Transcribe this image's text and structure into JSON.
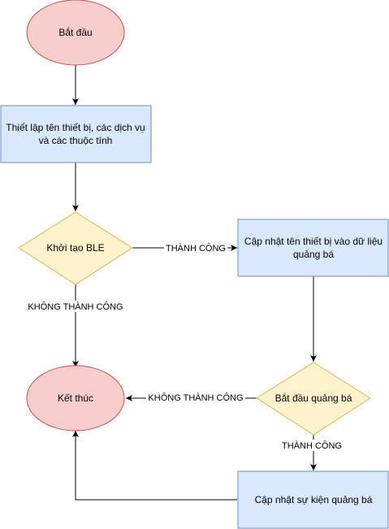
{
  "diagram": {
    "nodes": {
      "start": {
        "label": "Bắt đầu",
        "fill": "#f8cecc",
        "stroke": "#b85450"
      },
      "setup": {
        "line1": "Thiết lập tên thiết bị, các dịch vụ",
        "line2": "và các thuộc tính",
        "fill": "#dae8fc",
        "stroke": "#6c8ebf"
      },
      "init_ble": {
        "label": "Khởi tạo BLE",
        "fill": "#fff2cc",
        "stroke": "#d6b656"
      },
      "update_name": {
        "line1": "Cập nhật tên thiết bị vào dữ liệu",
        "line2": "quảng bá",
        "fill": "#dae8fc",
        "stroke": "#6c8ebf"
      },
      "start_adv": {
        "label": "Bắt đầu quảng bá",
        "fill": "#fff2cc",
        "stroke": "#d6b656"
      },
      "end": {
        "label": "Kết thúc",
        "fill": "#f8cecc",
        "stroke": "#b85450"
      },
      "update_event": {
        "label": "Cập nhật sự kiện quảng bá",
        "fill": "#dae8fc",
        "stroke": "#6c8ebf"
      }
    },
    "edges": {
      "init_success": "THÀNH CÔNG",
      "init_fail": "KHÔNG THÀNH CÔNG",
      "adv_fail": "KHÔNG THÀNH CÔNG",
      "adv_success": "THÀNH CÔNG"
    },
    "edge_color": "#000000"
  }
}
